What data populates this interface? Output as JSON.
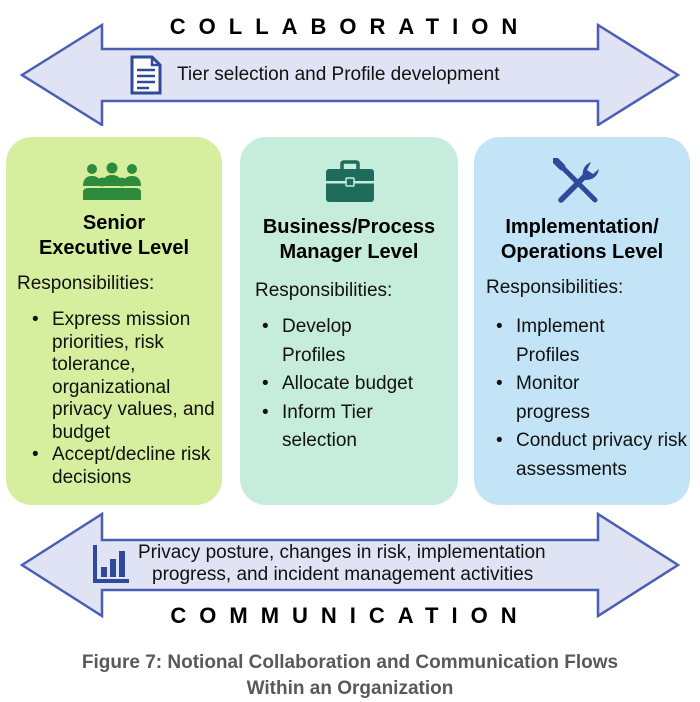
{
  "collaboration": {
    "title": "COLLABORATION",
    "text": "Tier selection and Profile development",
    "icon": "document-icon"
  },
  "communication": {
    "title": "COMMUNICATION",
    "text_line1": "Privacy posture, changes in risk, implementation",
    "text_line2": "progress, and incident management activities",
    "icon": "bar-chart-icon"
  },
  "levels": [
    {
      "title_line1": "Senior",
      "title_line2": "Executive Level",
      "responsibilities_label": "Responsibilities:",
      "items": [
        "Express mission priorities, risk tolerance, organizational privacy values, and budget",
        "Accept/decline risk decisions"
      ],
      "icon": "people-group-icon",
      "color": "#d6ef9e"
    },
    {
      "title_line1": "Business/Process",
      "title_line2": "Manager Level",
      "responsibilities_label": "Responsibilities:",
      "items": [
        "Develop Profiles",
        "Allocate budget",
        "Inform Tier selection"
      ],
      "icon": "briefcase-icon",
      "color": "#c6ecdc"
    },
    {
      "title_line1": "Implementation/",
      "title_line2": "Operations Level",
      "responsibilities_label": "Responsibilities:",
      "items": [
        "Implement Profiles",
        "Monitor progress",
        "Conduct privacy risk assessments"
      ],
      "icon": "tools-icon",
      "color": "#c2e4f6"
    }
  ],
  "caption": {
    "line1": "Figure 7: Notional Collaboration and Communication Flows",
    "line2": "Within an Organization"
  },
  "colors": {
    "arrow_fill": "#dfe3f3",
    "arrow_stroke": "#4a5fb3",
    "icon_blue": "#2f4a9a",
    "icon_green": "#2e8b3b",
    "icon_teal": "#1f6b5c",
    "caption": "#595959"
  }
}
